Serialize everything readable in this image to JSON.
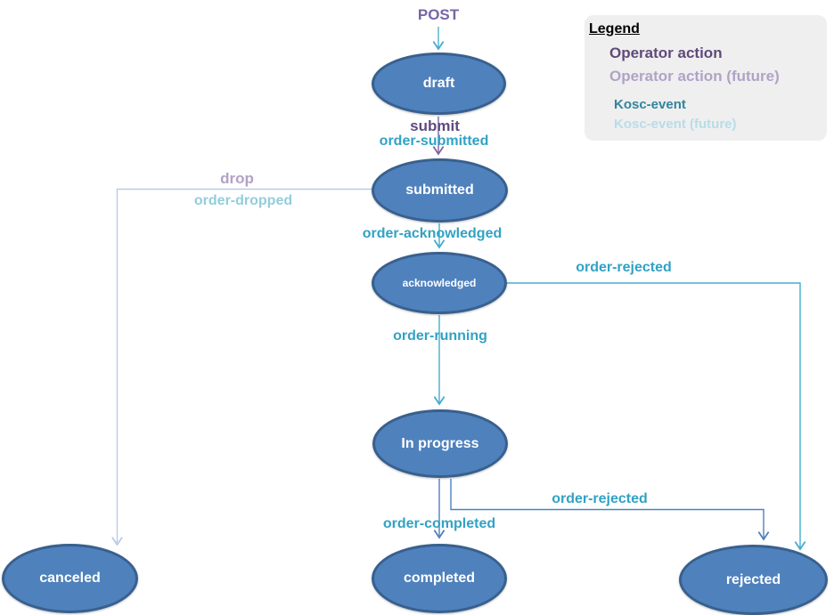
{
  "diagram": {
    "nodes": {
      "draft": {
        "label": "draft"
      },
      "submitted": {
        "label": "submitted"
      },
      "acknowledged": {
        "label": "acknowledged"
      },
      "in_progress": {
        "label": "In progress"
      },
      "canceled": {
        "label": "canceled"
      },
      "completed": {
        "label": "completed"
      },
      "rejected": {
        "label": "rejected"
      }
    },
    "edge_labels": {
      "post": {
        "label": "POST",
        "type": "operator-action",
        "from": "start",
        "to": "draft"
      },
      "submit": {
        "label": "submit",
        "type": "operator-action",
        "from": "draft",
        "to": "submitted"
      },
      "order_submitted": {
        "label": "order-submitted",
        "type": "kosc-event",
        "from": "draft",
        "to": "submitted"
      },
      "drop": {
        "label": "drop",
        "type": "operator-action-future",
        "from": "submitted",
        "to": "canceled"
      },
      "order_dropped": {
        "label": "order-dropped",
        "type": "kosc-event-future",
        "from": "submitted",
        "to": "canceled"
      },
      "order_acknowledged": {
        "label": "order-acknowledged",
        "type": "kosc-event",
        "from": "submitted",
        "to": "acknowledged"
      },
      "order_rejected_1": {
        "label": "order-rejected",
        "type": "kosc-event",
        "from": "acknowledged",
        "to": "rejected"
      },
      "order_running": {
        "label": "order-running",
        "type": "kosc-event",
        "from": "acknowledged",
        "to": "in_progress"
      },
      "order_rejected_2": {
        "label": "order-rejected",
        "type": "kosc-event",
        "from": "in_progress",
        "to": "rejected"
      },
      "order_completed": {
        "label": "order-completed",
        "type": "kosc-event",
        "from": "in_progress",
        "to": "completed"
      }
    }
  },
  "legend": {
    "title": "Legend",
    "items": [
      {
        "label": "Operator action",
        "color": "#604a7b"
      },
      {
        "label": "Operator action (future)",
        "color": "#b2a2c7"
      },
      {
        "label": "Kosc-event",
        "color": "#31859c"
      },
      {
        "label": "Kosc-event (future)",
        "color": "#b7dde8"
      }
    ]
  },
  "colors": {
    "node_fill": "#4f81bd",
    "node_border": "#38608e",
    "node_text": "#ffffff",
    "edge_teal": "#45adcd",
    "edge_purple": "#8064a2",
    "edge_blue": "#4f81bd",
    "edge_light_blue": "#b8cce4",
    "legend_background": "#efefef"
  }
}
